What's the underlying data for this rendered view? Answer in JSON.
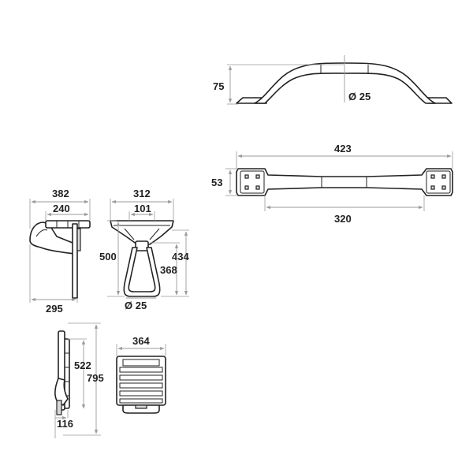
{
  "colors": {
    "line": "#222222",
    "dimension": "#9a9a9a",
    "background": "#ffffff"
  },
  "grab_bar_side": {
    "height": "75",
    "diameter": "Ø 25"
  },
  "grab_bar_top": {
    "length_total": "423",
    "depth": "53",
    "length_centers": "320"
  },
  "seat_side": {
    "width_total": "382",
    "width_inner": "240",
    "depth": "295"
  },
  "seat_front": {
    "width_total": "312",
    "width_inner": "101",
    "height": "500",
    "height_top": "434",
    "height_leg": "368",
    "diameter": "Ø 25"
  },
  "seat_folded": {
    "height_top": "522",
    "height_total": "795",
    "depth": "116"
  },
  "seat_top": {
    "width": "364"
  }
}
